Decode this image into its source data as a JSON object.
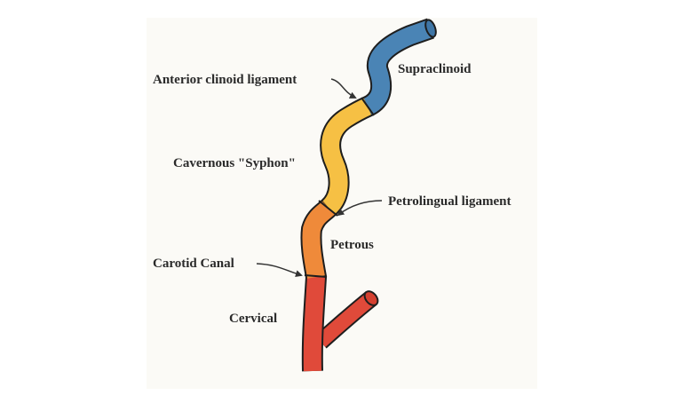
{
  "colors": {
    "panel": "#fbfaf6",
    "outline": "#1e1e1e",
    "supraclinoid": "#4a84b5",
    "cavernous": "#f6c044",
    "petrous": "#ef8a3a",
    "cervical": "#e04a3a",
    "label": "#2a2a2a"
  },
  "segments": {
    "supraclinoid": "Supraclinoid",
    "cavernous": "Cavernous \"Syphon\"",
    "petrous": "Petrous",
    "cervical": "Cervical"
  },
  "landmarks": {
    "anterior_clinoid": "Anterior clinoid ligament",
    "petrolingual": "Petrolingual ligament",
    "carotid_canal": "Carotid Canal"
  }
}
